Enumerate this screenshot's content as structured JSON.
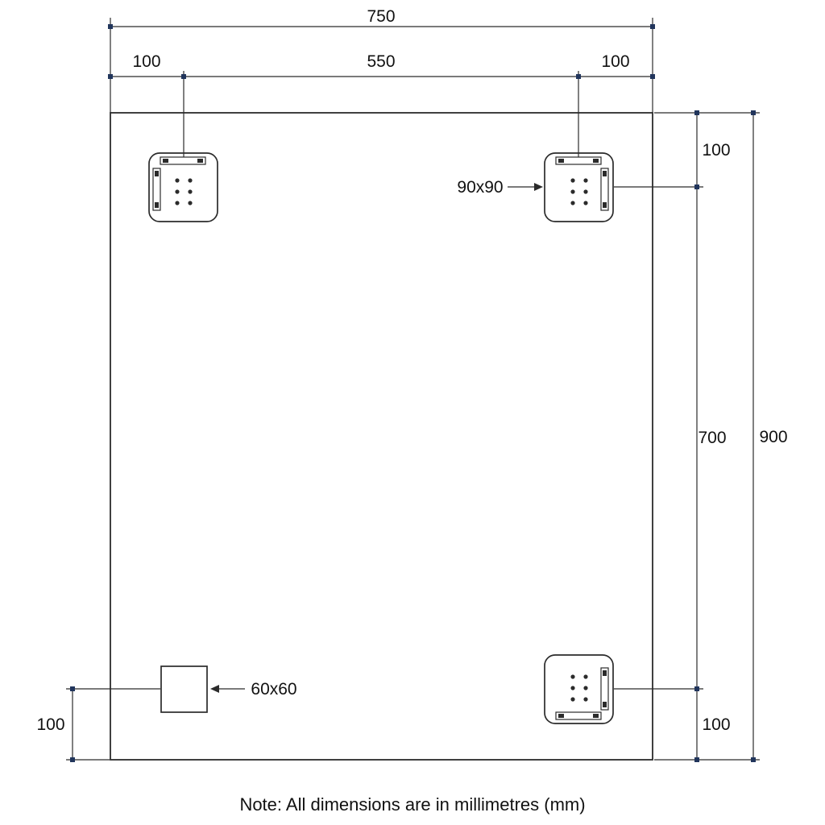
{
  "note": "Note: All dimensions are in millimetres (mm)",
  "dims": {
    "total_width": "750",
    "top_left_offset": "100",
    "top_center_span": "550",
    "top_right_offset": "100",
    "right_top_offset": "100",
    "right_center_span": "700",
    "right_bottom_offset": "100",
    "total_height": "900",
    "left_bottom_offset": "100"
  },
  "labels": {
    "bracket_size": "90x90",
    "square_size": "60x60"
  },
  "colors": {
    "background": "#ffffff",
    "line": "#2b2b2b",
    "marker": "#21355c",
    "text": "#111111"
  }
}
